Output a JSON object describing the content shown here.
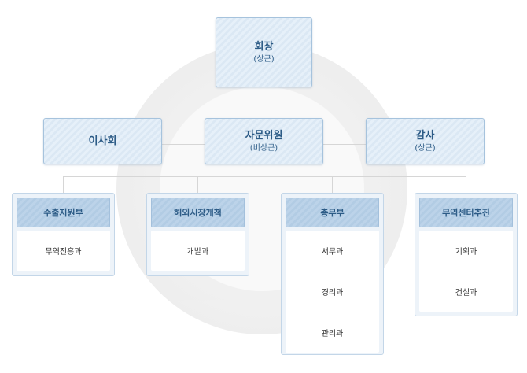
{
  "top": {
    "title": "회장",
    "sub": "(상근)"
  },
  "mid": [
    {
      "title": "이사회",
      "sub": ""
    },
    {
      "title": "자문위원",
      "sub": "(비상근)"
    },
    {
      "title": "감사",
      "sub": "(상근)"
    }
  ],
  "depts": [
    {
      "title": "수출지원부",
      "items": [
        "무역진흥과"
      ]
    },
    {
      "title": "해외시장개척",
      "items": [
        "개발과"
      ]
    },
    {
      "title": "총무부",
      "items": [
        "서무과",
        "경리과",
        "관리과"
      ]
    },
    {
      "title": "무역센터추진",
      "items": [
        "기획과",
        "건설과"
      ]
    }
  ],
  "colors": {
    "node_text": "#2c5b86",
    "node_border": "#a6c3dd",
    "connector": "#d6d6d6"
  }
}
